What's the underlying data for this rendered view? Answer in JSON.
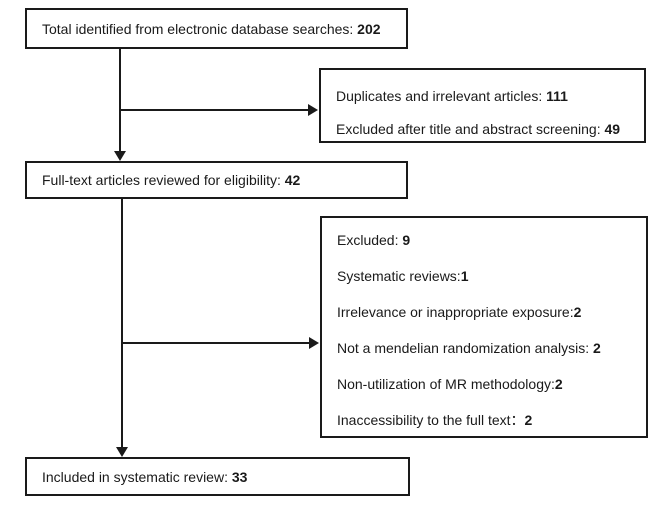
{
  "diagram": {
    "type": "flowchart",
    "description": "Systematic review / mendelian randomization study selection flow diagram",
    "colors": {
      "line": "#1a1a1a",
      "text": "#1a1a1a",
      "background": "#ffffff"
    }
  },
  "boxes": {
    "total": {
      "label": "Total identified from electronic database searches: ",
      "value": "202"
    },
    "screening_excluded": {
      "lines": [
        {
          "label": "Duplicates and irrelevant articles: ",
          "value": "111"
        },
        {
          "label": "Excluded after title and abstract screening: ",
          "value": "49"
        }
      ]
    },
    "fulltext": {
      "label": "Full-text articles reviewed for eligibility: ",
      "value": "42"
    },
    "fulltext_excluded": {
      "lines": [
        {
          "label": "Excluded: ",
          "value": "9"
        },
        {
          "label": "Systematic reviews:",
          "value": "1"
        },
        {
          "label": "Irrelevance or inappropriate exposure:",
          "value": "2"
        },
        {
          "label": "Not a mendelian randomization analysis: ",
          "value": "2"
        },
        {
          "label": "Non-utilization of MR methodology:",
          "value": "2"
        },
        {
          "label": "Inaccessibility to the full text：",
          "value": "2"
        }
      ]
    },
    "included": {
      "label": "Included in systematic review: ",
      "value": "33"
    }
  }
}
